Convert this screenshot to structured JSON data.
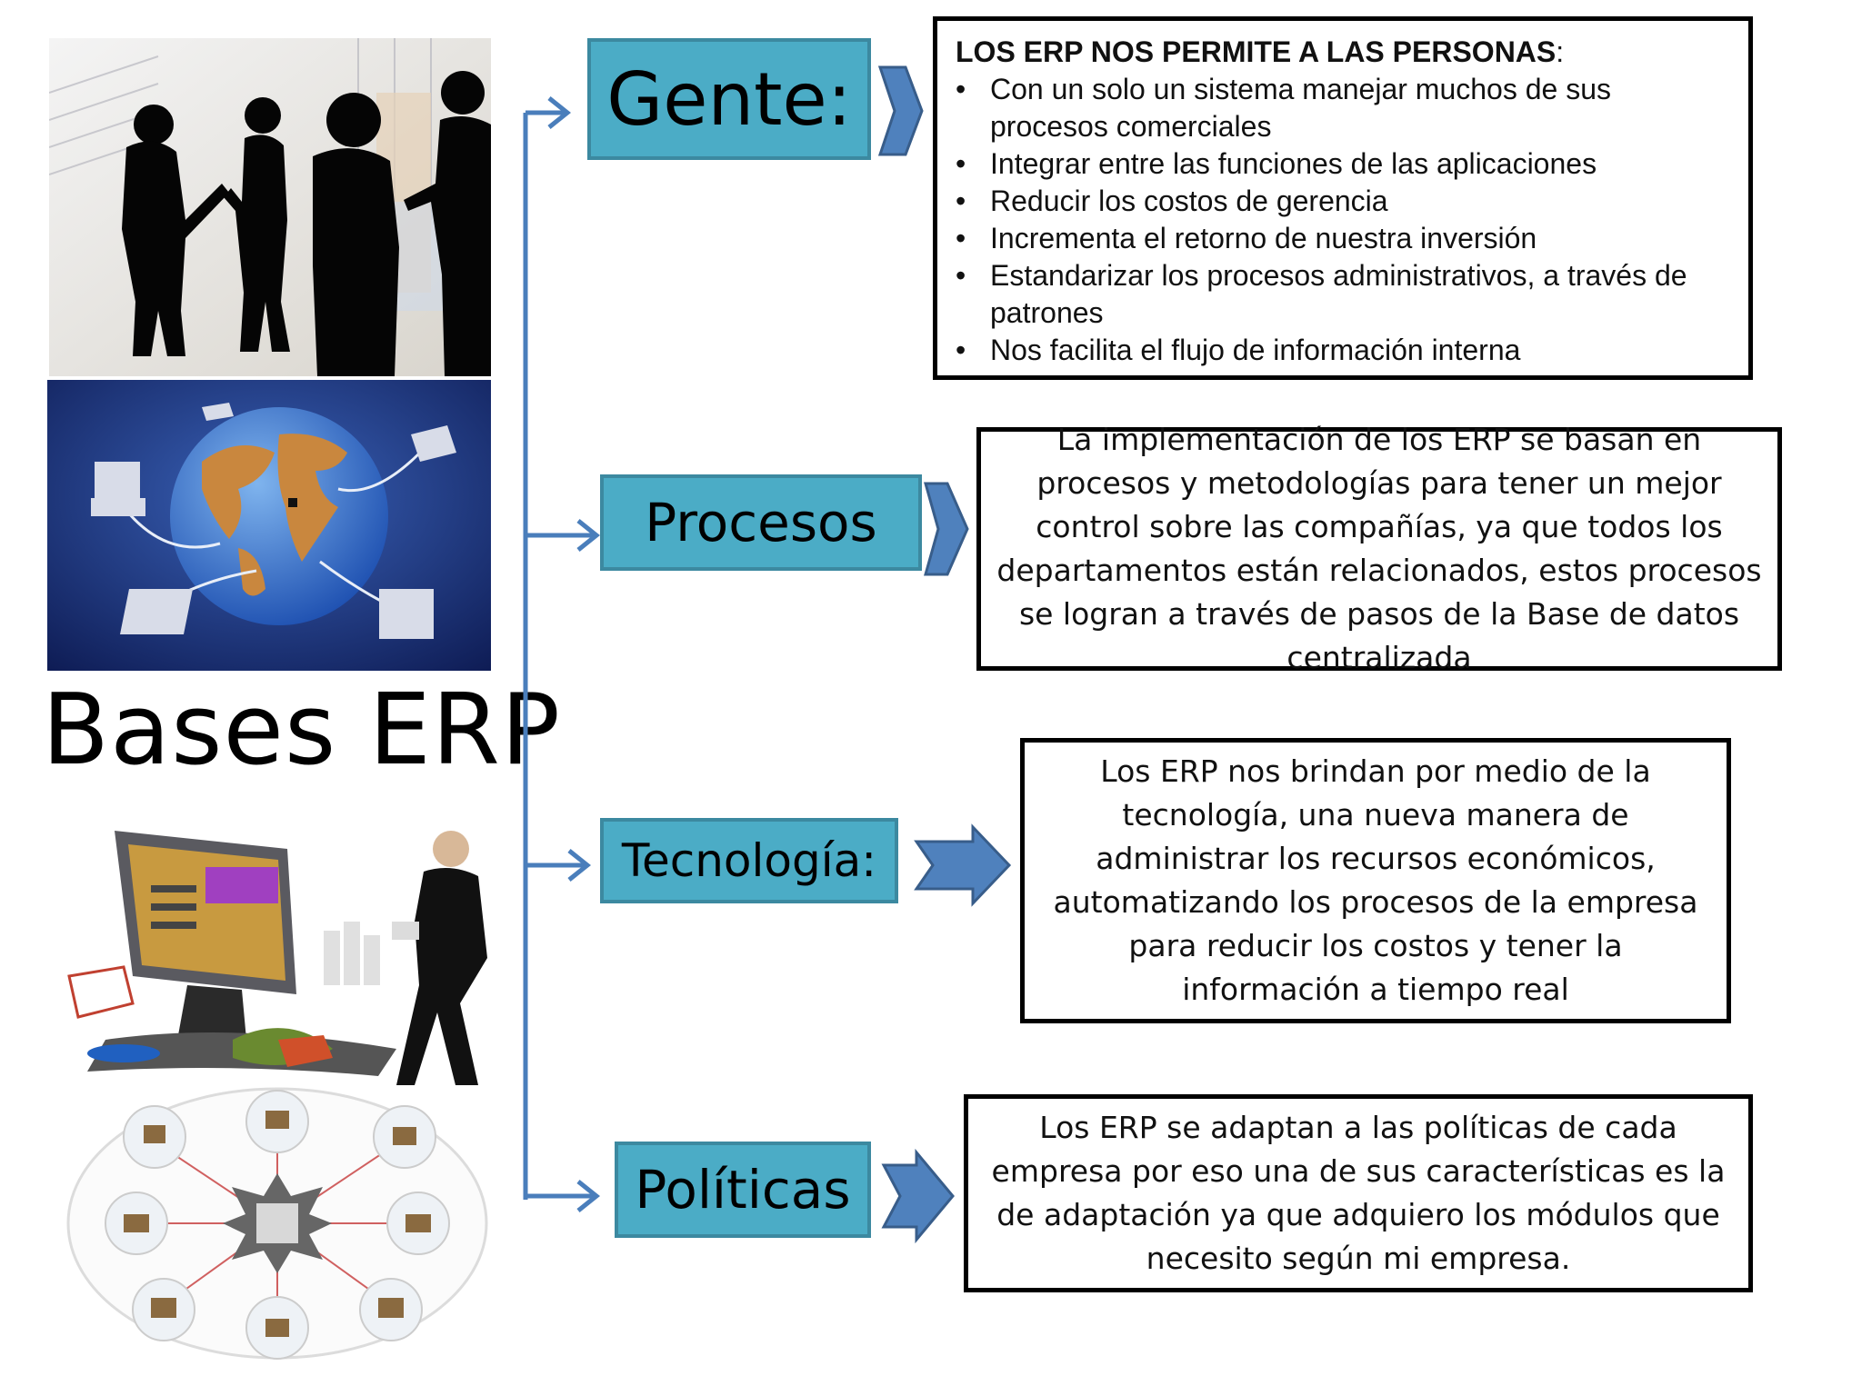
{
  "title": "Bases ERP",
  "images": [
    {
      "name": "business-people-silhouettes"
    },
    {
      "name": "globe-network"
    },
    {
      "name": "pos-terminal"
    },
    {
      "name": "erp-modules-diagram"
    }
  ],
  "branches": [
    {
      "label": "Gente:",
      "heading": "LOS ERP NOS PERMITE A LAS PERSONAS",
      "heading_suffix": ":",
      "bullets": [
        "Con un solo un sistema manejar muchos de sus procesos comerciales",
        "Integrar entre las funciones de las aplicaciones",
        "Reducir los costos de gerencia",
        "Incrementa el retorno de nuestra inversión",
        "Estandarizar los procesos administrativos, a través de patrones",
        "Nos facilita el flujo de información interna"
      ]
    },
    {
      "label": "Procesos",
      "text": "La implementación de los ERP se basan en procesos y metodologías para tener un mejor control sobre las compañías, ya que todos los departamentos están relacionados, estos procesos se logran a través de pasos de la Base de datos centralizada"
    },
    {
      "label": "Tecnología:",
      "text": "Los ERP nos brindan por medio de la tecnología, una nueva manera de administrar los recursos económicos, automatizando los procesos de la empresa para reducir los costos y tener la información a tiempo real"
    },
    {
      "label": "Políticas",
      "text": "Los ERP se adaptan a las políticas de cada empresa por eso una de sus características es la de adaptación ya que adquiero los módulos que necesito según mi empresa."
    }
  ],
  "colors": {
    "label_fill": "#4bacc6",
    "label_border": "#3c89a0",
    "connector": "#4a7ebb",
    "arrow_fill": "#4f81bd"
  }
}
